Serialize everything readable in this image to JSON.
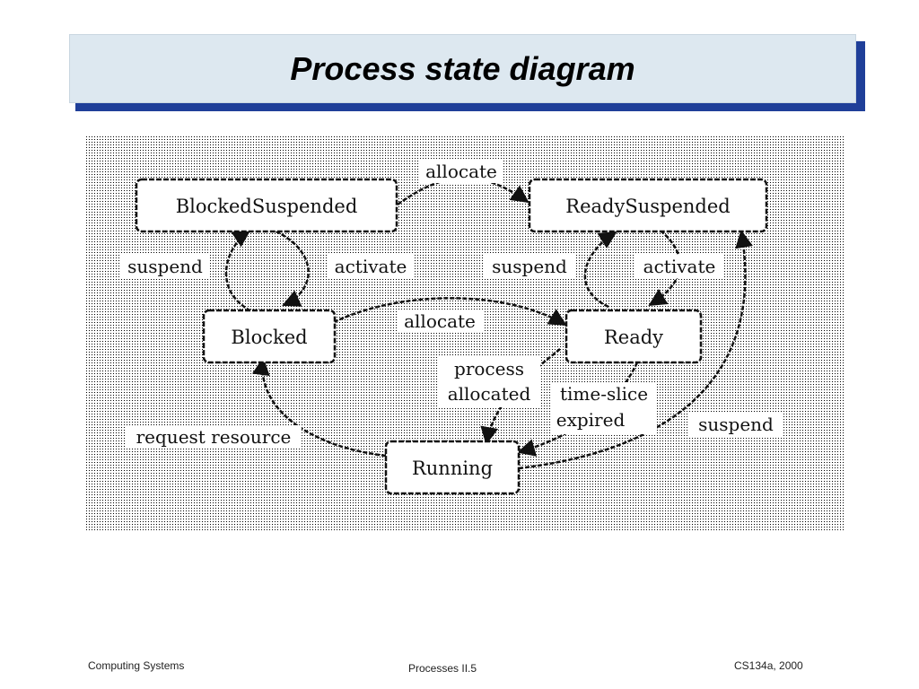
{
  "title": "Process state diagram",
  "diagram": {
    "states": {
      "blocked_suspended": "BlockedSuspended",
      "ready_suspended": "ReadySuspended",
      "blocked": "Blocked",
      "ready": "Ready",
      "running": "Running"
    },
    "transitions": {
      "top_allocate": "allocate",
      "suspend_left": "suspend",
      "activate_left": "activate",
      "suspend_mid": "suspend",
      "activate_right": "activate",
      "middle_allocate": "allocate",
      "process_line1": "process",
      "process_line2": "allocated",
      "time_slice_line1": "time-slice",
      "time_slice_line2": "expired",
      "suspend_right": "suspend",
      "request_resource": "request resource"
    },
    "colors": {
      "stroke": "#111111",
      "background_dots": "#000000",
      "title_band": "#dde8f0",
      "title_shadow": "#1f3f99"
    }
  },
  "footer": {
    "left": "Computing Systems",
    "center": "Processes II.5",
    "right": "CS134a, 2000"
  }
}
